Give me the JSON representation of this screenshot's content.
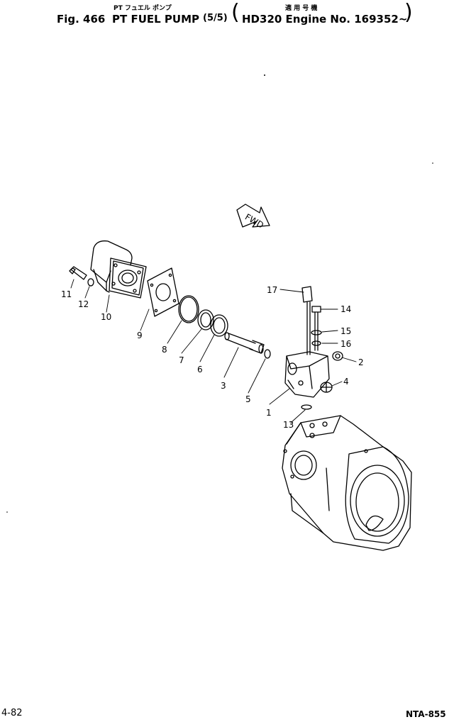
{
  "header": {
    "fig_label": "Fig. 466",
    "title_jp": "PT フュエル ポンプ",
    "title_en": "PT FUEL PUMP",
    "sheet": "(5/5)",
    "applic_jp": "適 用 号 機",
    "applic": "HD320 Engine No. 169352~"
  },
  "callouts": [
    "1",
    "2",
    "3",
    "4",
    "5",
    "6",
    "7",
    "8",
    "9",
    "10",
    "11",
    "12",
    "13",
    "14",
    "15",
    "16",
    "17"
  ],
  "fwd_label": "FWD",
  "footer": {
    "page": "4-82",
    "code": "NTA-855"
  }
}
